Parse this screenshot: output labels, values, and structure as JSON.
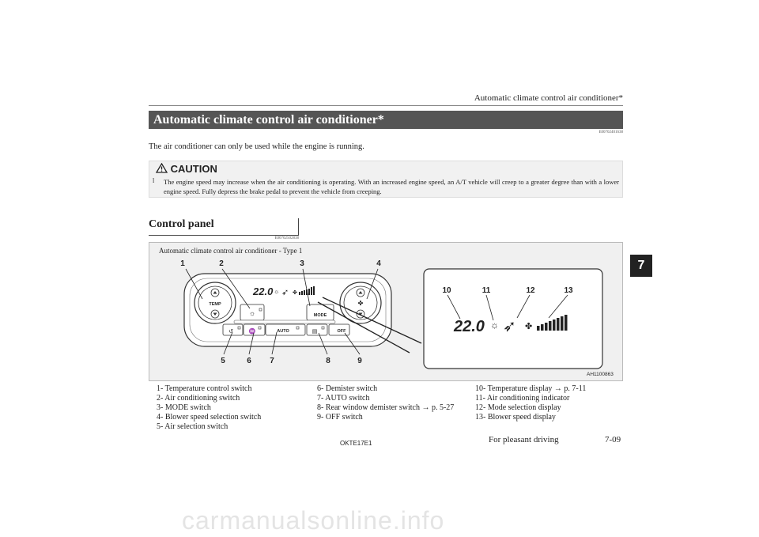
{
  "header": {
    "running_head": "Automatic climate control air conditioner*"
  },
  "title": {
    "text": "Automatic climate control air conditioner*",
    "code": "E00702401638"
  },
  "intro": "The air conditioner can only be used while the engine is running.",
  "caution": {
    "label": "CAUTION",
    "bullet": "l",
    "text": "The engine speed may increase when the air conditioning is operating. With an increased engine speed, an A/T vehicle will creep to a greater degree than with a lower engine speed. Fully depress the brake pedal to prevent the vehicle from creeping."
  },
  "section": {
    "title": "Control panel",
    "code": "E00702502838"
  },
  "figure": {
    "caption": "Automatic climate control air conditioner - Type 1",
    "id": "AH1100863",
    "panel": {
      "temp_label": "TEMP",
      "mode_label": "MODE",
      "auto_label": "AUTO",
      "off_label": "OFF",
      "temp_value": "22.0"
    },
    "display": {
      "temp_value": "22.0"
    },
    "callouts": [
      "1",
      "2",
      "3",
      "4",
      "5",
      "6",
      "7",
      "8",
      "9",
      "10",
      "11",
      "12",
      "13"
    ]
  },
  "legend": {
    "col1": [
      "1- Temperature control switch",
      "2- Air conditioning switch",
      "3- MODE switch",
      "4- Blower speed selection switch",
      "5- Air selection switch"
    ],
    "col2": [
      "6- Demister switch",
      "7- AUTO switch",
      "8- Rear window demister switch → p. 5-27",
      "9- OFF switch"
    ],
    "col3": [
      "10- Temperature display → p. 7-11",
      "11- Air conditioning indicator",
      "12- Mode selection display",
      "13- Blower speed display"
    ]
  },
  "chapter_tab": "7",
  "footer": {
    "code": "OKTE17E1",
    "section": "For pleasant driving",
    "page": "7-09"
  },
  "watermark": "carmanualsonline.info"
}
